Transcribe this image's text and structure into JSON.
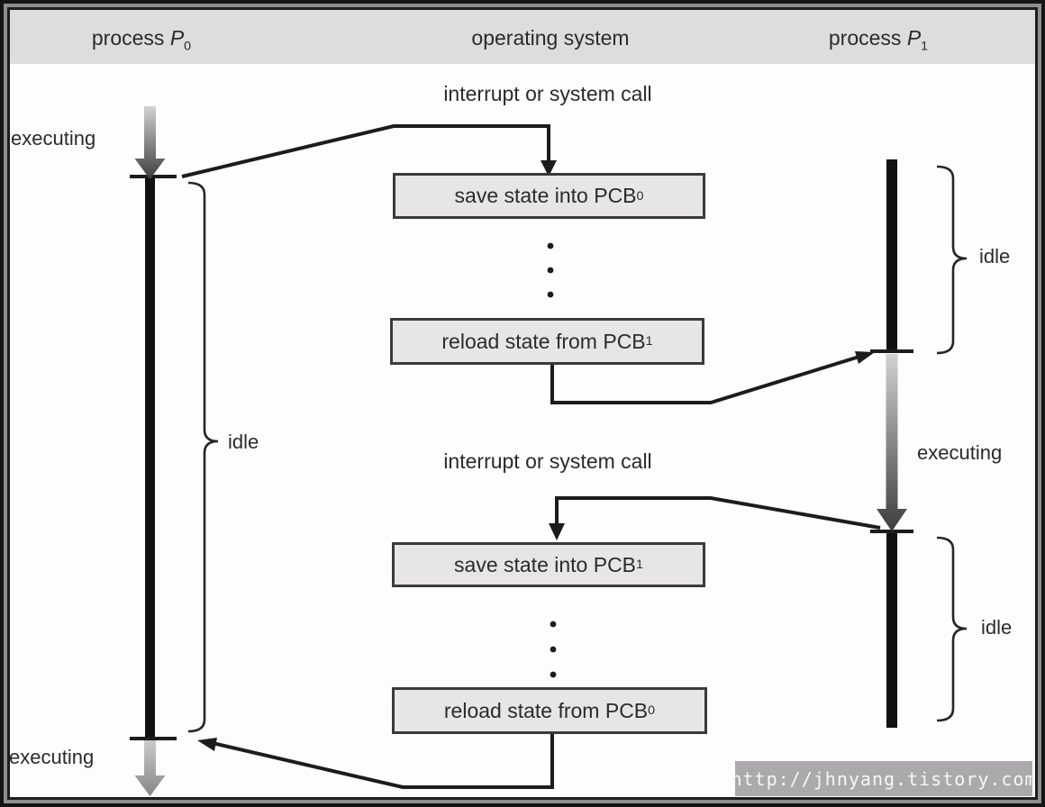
{
  "header": {
    "p0": {
      "prefix": "process ",
      "var": "P",
      "sub": "0"
    },
    "os": {
      "label": "operating system"
    },
    "p1": {
      "prefix": "process ",
      "var": "P",
      "sub": "1"
    }
  },
  "p0_lane": {
    "executing_top": "executing",
    "idle": "idle",
    "executing_bottom": "executing"
  },
  "os_lane": {
    "interrupt_top": "interrupt or system call",
    "interrupt_bottom": "interrupt or system call",
    "boxes": [
      {
        "text": "save state into PCB",
        "sub": "0"
      },
      {
        "text": "reload state from PCB",
        "sub": "1"
      },
      {
        "text": "save state into PCB",
        "sub": "1"
      },
      {
        "text": "reload state from PCB",
        "sub": "0"
      }
    ]
  },
  "p1_lane": {
    "idle_top": "idle",
    "executing": "executing",
    "idle_bottom": "idle"
  },
  "watermark": "http://jhnyang.tistory.com",
  "colors": {
    "header-bg": "#dedcdd",
    "box-bg": "#e7e5e6",
    "box-border": "#3a3a3a",
    "line": "#1c1c1c",
    "watermark-bg": "#aba9ab"
  }
}
